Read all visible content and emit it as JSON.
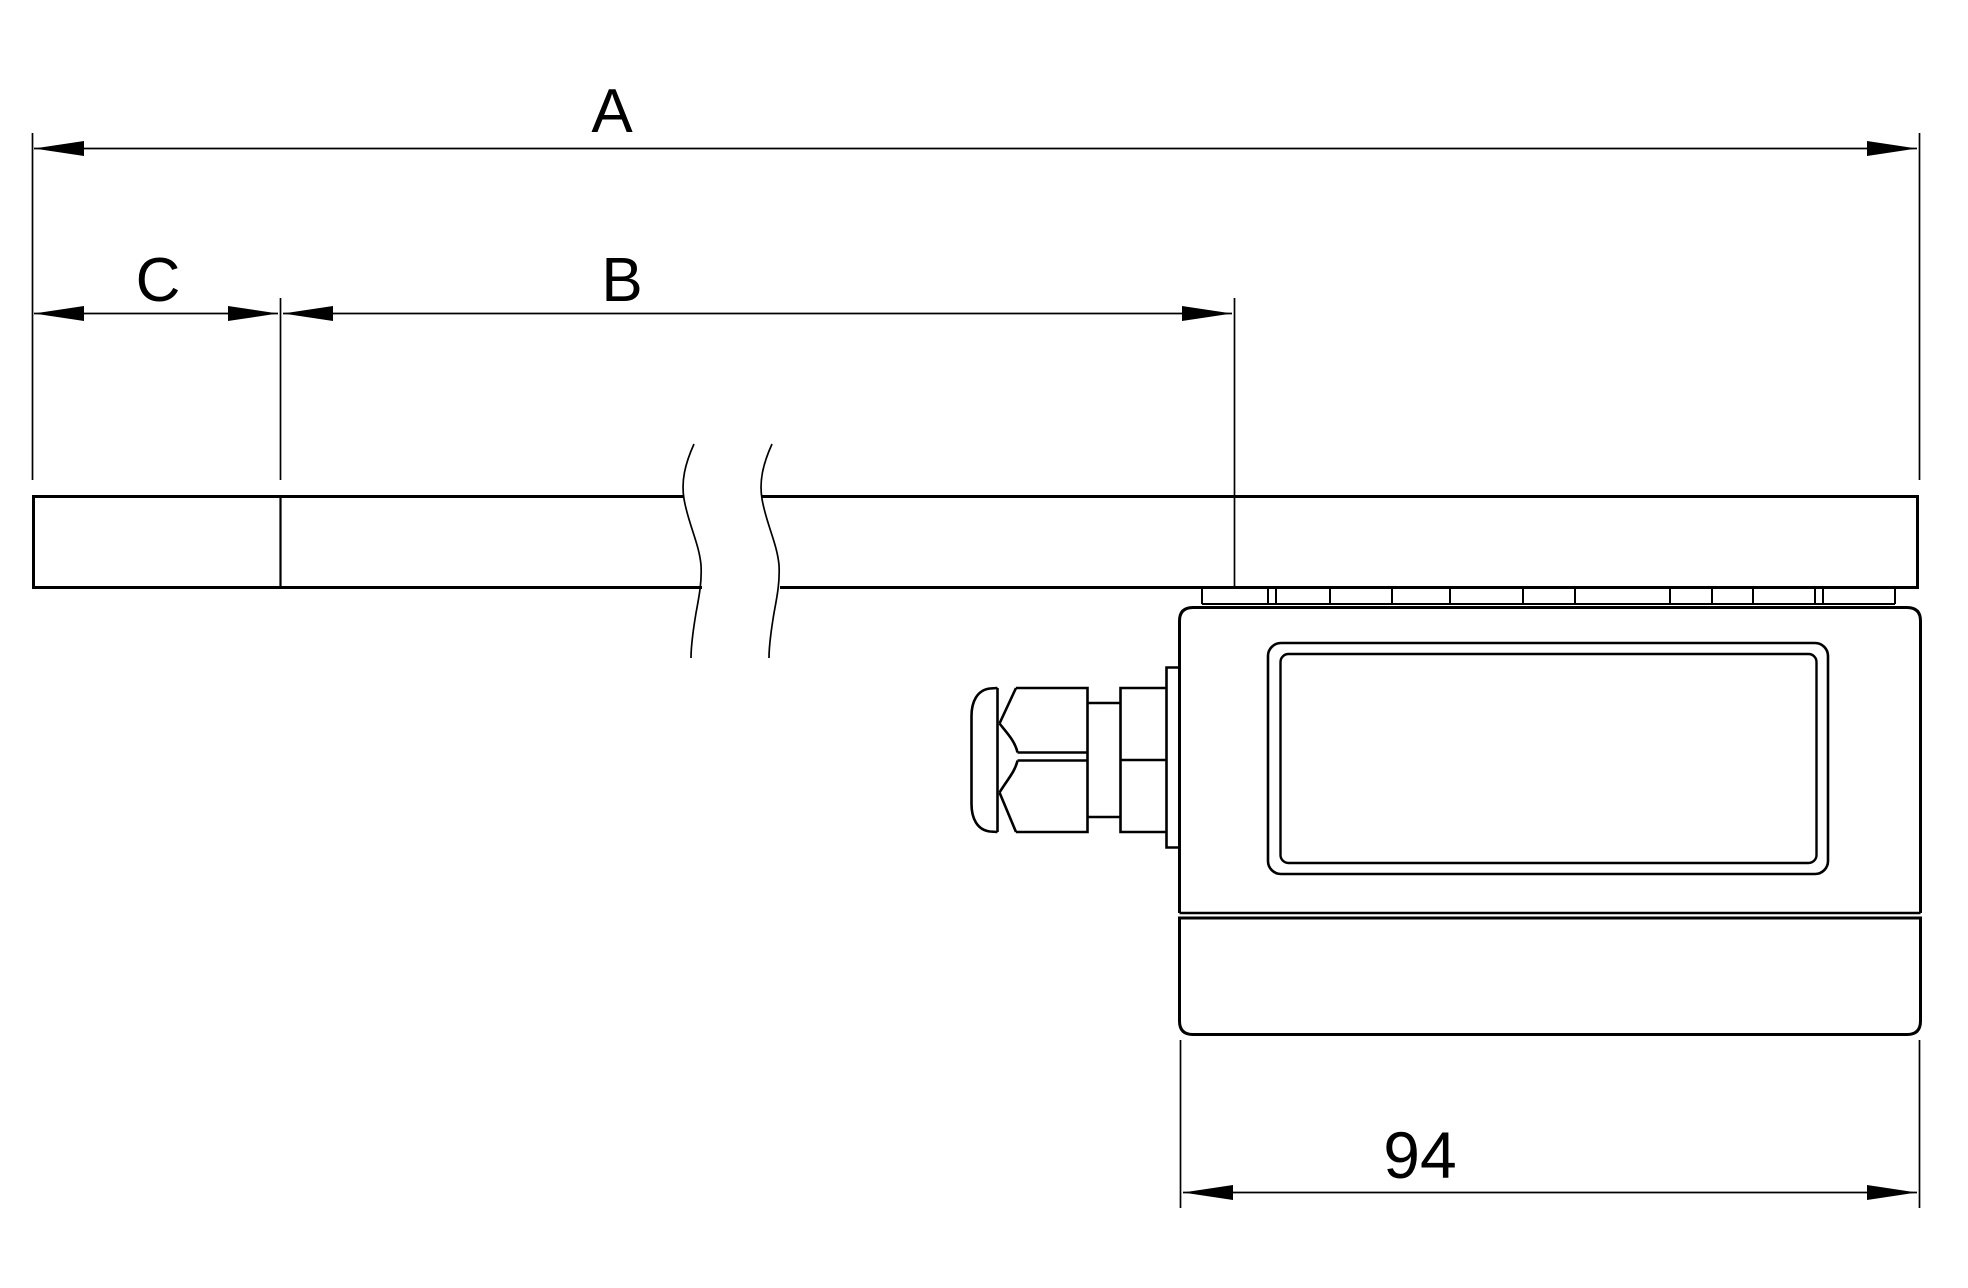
{
  "drawing": {
    "background_color": "#ffffff",
    "line_color": "#000000",
    "dimensions": {
      "overall_length": {
        "label": "A"
      },
      "measuring_length": {
        "label": "B"
      },
      "offset_length": {
        "label": "C"
      },
      "housing_width": {
        "label": "94"
      }
    }
  }
}
